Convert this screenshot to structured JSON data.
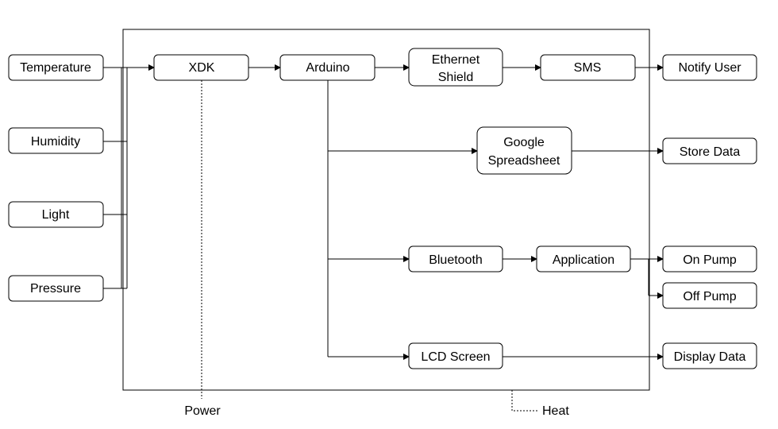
{
  "inputs": {
    "temperature": "Temperature",
    "humidity": "Humidity",
    "light": "Light",
    "pressure": "Pressure"
  },
  "system": {
    "xdk": "XDK",
    "arduino": "Arduino",
    "ethernet_shield": [
      "Ethernet",
      "Shield"
    ],
    "sms": "SMS",
    "google_spreadsheet": [
      "Google",
      "Spreadsheet"
    ],
    "bluetooth": "Bluetooth",
    "application": "Application",
    "lcd_screen": "LCD Screen"
  },
  "outputs": {
    "notify_user": "Notify User",
    "store_data": "Store Data",
    "on_pump": "On Pump",
    "off_pump": "Off Pump",
    "display_data": "Display Data"
  },
  "external": {
    "power": "Power",
    "heat": "Heat"
  }
}
